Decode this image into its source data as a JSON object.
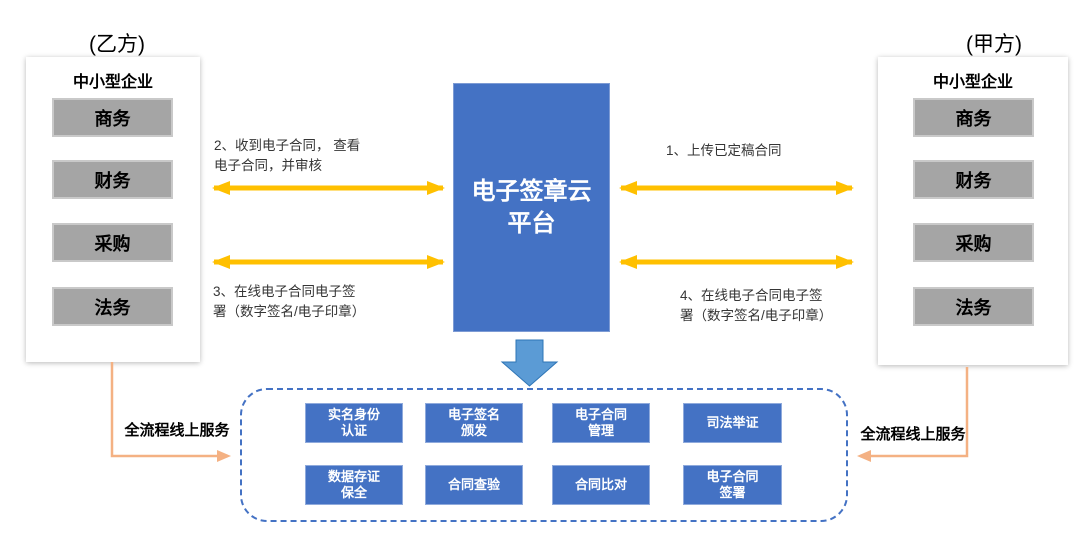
{
  "colors": {
    "platform_blue": "#4472C4",
    "service_button_blue": "#4472C4",
    "down_arrow_blue": "#5B9BD5",
    "arrow_yellow": "#FFC000",
    "connector_orange": "#F4B183",
    "department_gray": "#A5A5A5",
    "dashed_border_blue": "#4472C4"
  },
  "left_party": {
    "party_label": "(乙方)",
    "org_label": "中小型企业",
    "departments": [
      "商务",
      "财务",
      "采购",
      "法务"
    ],
    "service_label": "全流程线上服务"
  },
  "right_party": {
    "party_label": "(甲方)",
    "org_label": "中小型企业",
    "departments": [
      "商务",
      "财务",
      "采购",
      "法务"
    ],
    "service_label": "全流程线上服务"
  },
  "platform": {
    "title": "电子签章云\n平台"
  },
  "flows": {
    "flow1": "1、上传已定稿合同",
    "flow2": "2、收到电子合同， 查看\n电子合同，并审核",
    "flow3": "3、在线电子合同电子签\n署（数字签名/电子印章）",
    "flow4": "4、在线电子合同电子签\n署（数字签名/电子印章）"
  },
  "services": {
    "items": [
      "实名身份\n认证",
      "电子签名\n颁发",
      "电子合同\n管理",
      "司法举证",
      "数据存证\n保全",
      "合同查验",
      "合同比对",
      "电子合同\n签署"
    ]
  }
}
